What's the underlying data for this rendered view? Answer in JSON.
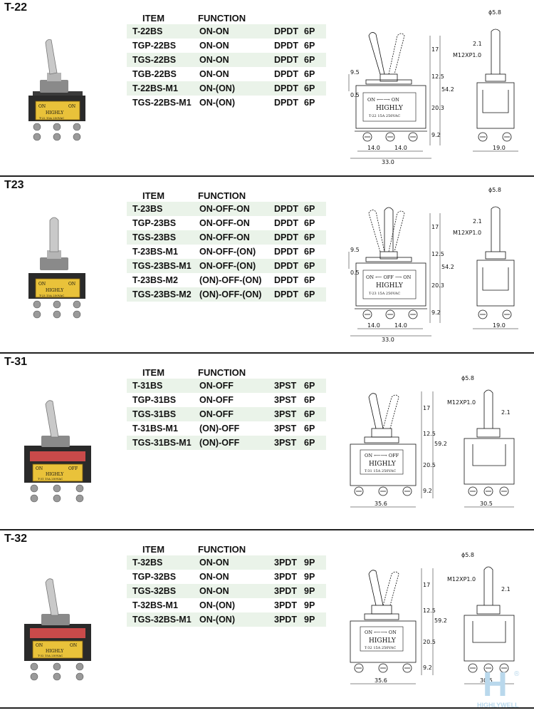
{
  "sections": [
    {
      "title": "T-22",
      "headers": {
        "item": "ITEM",
        "function": "FUNCTION"
      },
      "rows": [
        {
          "item": "T-22BS",
          "function": "ON-ON",
          "type": "DPDT",
          "pins": "6P"
        },
        {
          "item": "TGP-22BS",
          "function": "ON-ON",
          "type": "DPDT",
          "pins": "6P"
        },
        {
          "item": "TGS-22BS",
          "function": "ON-ON",
          "type": "DPDT",
          "pins": "6P"
        },
        {
          "item": "TGB-22BS",
          "function": "ON-ON",
          "type": "DPDT",
          "pins": "6P"
        },
        {
          "item": "T-22BS-M1",
          "function": "ON-(ON)",
          "type": "DPDT",
          "pins": "6P"
        },
        {
          "item": "TGS-22BS-M1",
          "function": "ON-(ON)",
          "type": "DPDT",
          "pins": "6P"
        }
      ],
      "photo": {
        "plate_left": "ON",
        "plate_right": "ON",
        "brand": "HIGHLY",
        "model": "T-22 15A 250VAC"
      },
      "drawing": {
        "plate_top": "ON ⟵⟶ ON",
        "brand": "HIGHLY",
        "plate_model": "T-22 15A 250VAC",
        "dims": {
          "d17": "17",
          "d95": "9.5",
          "d125": "12.5",
          "d05": "0.5",
          "d542": "54.2",
          "d203": "20.3",
          "d92": "9.2",
          "w14a": "14.0",
          "w14b": "14.0",
          "w33": "33.0",
          "phi": "ϕ5.8",
          "d21": "2.1",
          "thread": "M12XP1.0",
          "w19": "19.0"
        }
      }
    },
    {
      "title": "T23",
      "headers": {
        "item": "ITEM",
        "function": "FUNCTION"
      },
      "rows": [
        {
          "item": "T-23BS",
          "function": "ON-OFF-ON",
          "type": "DPDT",
          "pins": "6P"
        },
        {
          "item": "TGP-23BS",
          "function": "ON-OFF-ON",
          "type": "DPDT",
          "pins": "6P"
        },
        {
          "item": "TGS-23BS",
          "function": "ON-OFF-ON",
          "type": "DPDT",
          "pins": "6P"
        },
        {
          "item": "T-23BS-M1",
          "function": "ON-OFF-(ON)",
          "type": "DPDT",
          "pins": "6P"
        },
        {
          "item": "TGS-23BS-M1",
          "function": "ON-OFF-(ON)",
          "type": "DPDT",
          "pins": "6P"
        },
        {
          "item": "T-23BS-M2",
          "function": "(ON)-OFF-(ON)",
          "type": "DPDT",
          "pins": "6P"
        },
        {
          "item": "TGS-23BS-M2",
          "function": "(ON)-OFF-(ON)",
          "type": "DPDT",
          "pins": "6P"
        }
      ],
      "photo": {
        "plate_left": "ON",
        "plate_right": "ON",
        "brand": "HIGHLY",
        "model": "T-23 15A 250VAC"
      },
      "drawing": {
        "plate_top": "ON ⟵ OFF ⟶ ON",
        "brand": "HIGHLY",
        "plate_model": "T-23 15A 250VAC",
        "dims": {
          "d17": "17",
          "d95": "9.5",
          "d125": "12.5",
          "d05": "0.5",
          "d542": "54.2",
          "d203": "20.3",
          "d92": "9.2",
          "w14a": "14.0",
          "w14b": "14.0",
          "w33": "33.0",
          "phi": "ϕ5.8",
          "d21": "2.1",
          "thread": "M12XP1.0",
          "w19": "19.0"
        }
      }
    },
    {
      "title": "T-31",
      "headers": {
        "item": "ITEM",
        "function": "FUNCTION"
      },
      "rows": [
        {
          "item": "T-31BS",
          "function": "ON-OFF",
          "type": "3PST",
          "pins": "6P"
        },
        {
          "item": "TGP-31BS",
          "function": "ON-OFF",
          "type": "3PST",
          "pins": "6P"
        },
        {
          "item": "TGS-31BS",
          "function": "ON-OFF",
          "type": "3PST",
          "pins": "6P"
        },
        {
          "item": "T-31BS-M1",
          "function": "(ON)-OFF",
          "type": "3PST",
          "pins": "6P"
        },
        {
          "item": "TGS-31BS-M1",
          "function": "(ON)-OFF",
          "type": "3PST",
          "pins": "6P"
        }
      ],
      "photo": {
        "plate_left": "ON",
        "plate_right": "OFF",
        "brand": "HIGHLY",
        "model": "T-31 15A 250VAC"
      },
      "drawing": {
        "plate_top": "ON ⟵⟶ OFF",
        "brand": "HIGHLY",
        "plate_model": "T-31 15A 250VAC",
        "dims": {
          "d17": "17",
          "d125": "12.5",
          "d592": "59.2",
          "d205": "20.5",
          "d92": "9.2",
          "w356": "35.6",
          "phi": "ϕ5.8",
          "d21": "2.1",
          "thread": "M12XP1.0",
          "w305": "30.5"
        }
      }
    },
    {
      "title": "T-32",
      "headers": {
        "item": "ITEM",
        "function": "FUNCTION"
      },
      "rows": [
        {
          "item": "T-32BS",
          "function": "ON-ON",
          "type": "3PDT",
          "pins": "9P"
        },
        {
          "item": "TGP-32BS",
          "function": "ON-ON",
          "type": "3PDT",
          "pins": "9P"
        },
        {
          "item": "TGS-32BS",
          "function": "ON-ON",
          "type": "3PDT",
          "pins": "9P"
        },
        {
          "item": "T-32BS-M1",
          "function": "ON-(ON)",
          "type": "3PDT",
          "pins": "9P"
        },
        {
          "item": "TGS-32BS-M1",
          "function": "ON-(ON)",
          "type": "3PDT",
          "pins": "9P"
        }
      ],
      "photo": {
        "plate_left": "ON",
        "plate_right": "ON",
        "brand": "HIGHLY",
        "model": "T-32 15A 250VAC"
      },
      "drawing": {
        "plate_top": "ON ⟵⟶ ON",
        "brand": "HIGHLY",
        "plate_model": "T-32 15A 250VAC",
        "dims": {
          "d17": "17",
          "d125": "12.5",
          "d592": "59.2",
          "d205": "20.5",
          "d92": "9.2",
          "w356": "35.6",
          "phi": "ϕ5.8",
          "d21": "2.1",
          "thread": "M12XP1.0",
          "w305": "30.5"
        }
      }
    }
  ],
  "watermark": {
    "letter": "H",
    "text": "HIGHLYWELL",
    "mark": "®"
  },
  "colors": {
    "row_shade": "#eaf3e9",
    "plate_yellow": "#e9c23a",
    "plate_red": "#c94a4a",
    "watermark": "#b9d8ec"
  }
}
